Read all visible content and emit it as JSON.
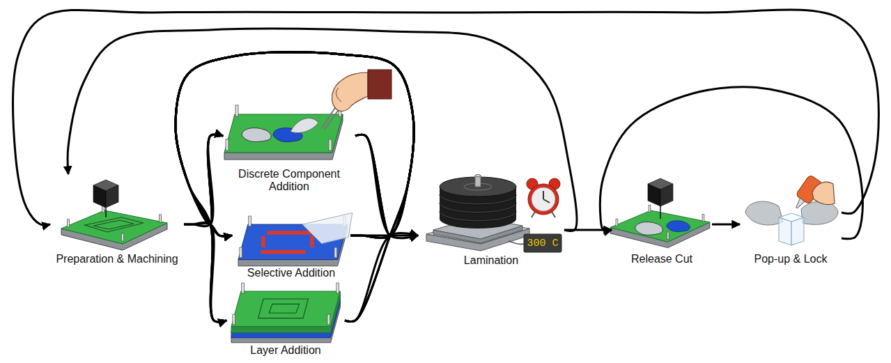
{
  "diagram": {
    "nodes": [
      {
        "text": [
          "Preparation & Machining"
        ]
      },
      {
        "text": [
          "Discrete Component Addition"
        ]
      },
      {
        "text": [
          "Selective Addition"
        ]
      },
      {
        "text": [
          "Layer Addition"
        ]
      },
      {
        "text": [
          "Lamination"
        ]
      },
      {
        "text": [
          "Release Cut"
        ]
      },
      {
        "text": [
          "Pop-up & Lock"
        ]
      }
    ],
    "edges": [
      {
        "from": 0,
        "to": 1,
        "arrow": "to"
      },
      {
        "from": 0,
        "to": 2,
        "arrow": "to"
      },
      {
        "from": 0,
        "to": 3,
        "arrow": "to"
      },
      {
        "from": 1,
        "to": 4,
        "arrow": "to"
      },
      {
        "from": 2,
        "to": 4,
        "arrow": "to"
      },
      {
        "from": 3,
        "to": 4,
        "arrow": "to"
      },
      {
        "from": 4,
        "to": 5,
        "arrow": "to"
      },
      {
        "from": 5,
        "to": 6,
        "arrow": "to"
      },
      {
        "from": 6,
        "to": 5,
        "arrow": "to"
      },
      {
        "from": 6,
        "to": 0,
        "arrow": "to"
      },
      {
        "from": 4,
        "to": 0,
        "arrow": "to"
      },
      {
        "from": 1,
        "to": 1,
        "arrow": "to"
      },
      {
        "from": 1,
        "to": 2,
        "arrow": "to"
      },
      {
        "from": 1,
        "to": 3,
        "arrow": "to"
      },
      {
        "from": 2,
        "to": 1,
        "arrow": "to"
      },
      {
        "from": 2,
        "to": 2,
        "arrow": "to"
      },
      {
        "from": 2,
        "to": 3,
        "arrow": "to"
      },
      {
        "from": 3,
        "to": 1,
        "arrow": "to"
      },
      {
        "from": 3,
        "to": 2,
        "arrow": "to"
      },
      {
        "from": 3,
        "to": 3,
        "arrow": "to"
      }
    ],
    "labels": [
      "300 C"
    ]
  }
}
